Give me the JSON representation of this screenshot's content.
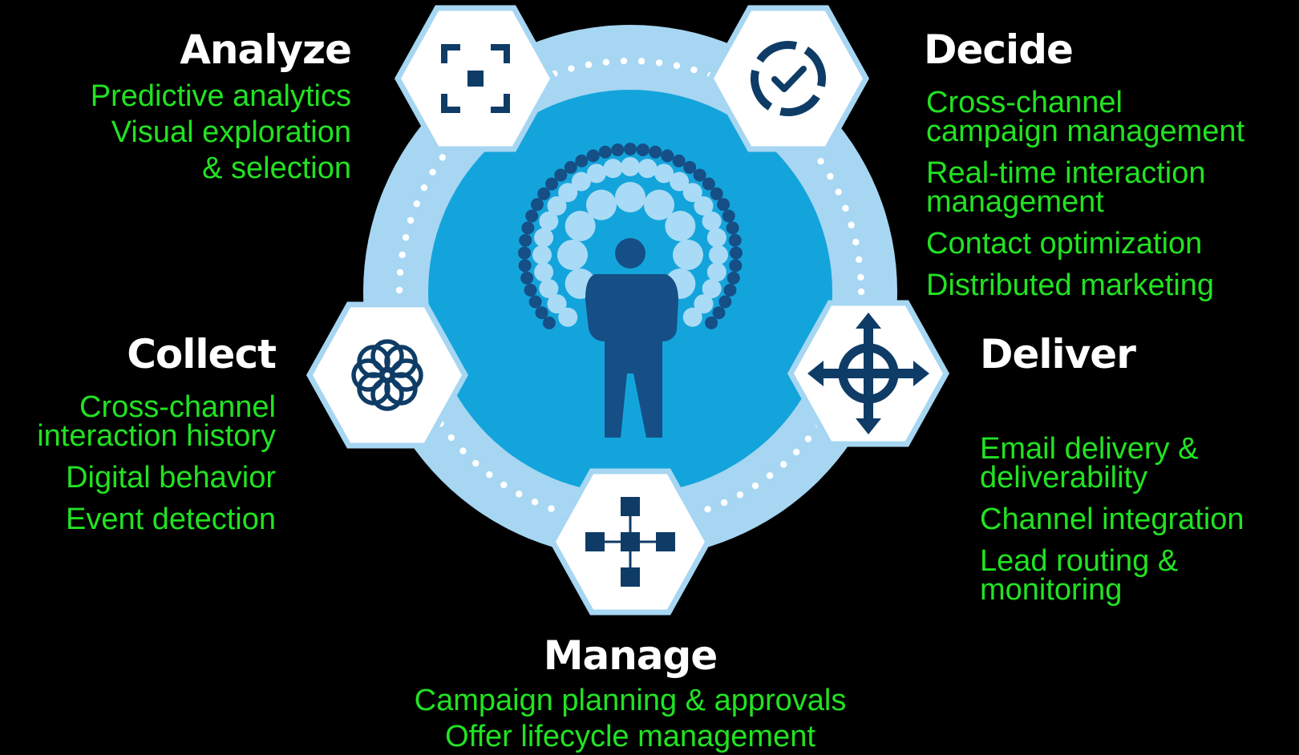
{
  "colors": {
    "background": "#000000",
    "outer_ring": "#a6d6f2",
    "inner_disc": "#14a4dc",
    "navy": "#154f86",
    "pale_circle": "#a9dbf6",
    "icon_navy": "#0e3c66",
    "heading": "#ffffff",
    "capability_text": "#22e222"
  },
  "sections": {
    "analyze": {
      "title": "Analyze",
      "icon": "focus-frame-icon",
      "items": [
        "Predictive analytics",
        "Visual exploration\n& selection"
      ]
    },
    "decide": {
      "title": "Decide",
      "icon": "check-circle-icon",
      "items": [
        "Cross-channel\ncampaign management",
        "Real-time interaction\nmanagement",
        "Contact optimization",
        "Distributed marketing"
      ]
    },
    "collect": {
      "title": "Collect",
      "icon": "interlocking-rings-icon",
      "items": [
        "Cross-channel\ninteraction history",
        "Digital behavior",
        "Event detection"
      ]
    },
    "deliver": {
      "title": "Deliver",
      "icon": "four-arrows-crosshair-icon",
      "items": [
        "Email delivery &\ndeliverability",
        "Channel integration",
        "Lead routing &\nmonitoring"
      ]
    },
    "manage": {
      "title": "Manage",
      "icon": "network-nodes-icon",
      "items": [
        "Campaign planning & approvals",
        "Offer lifecycle management"
      ]
    }
  },
  "center_graphic": "person-with-dot-halo-icon"
}
